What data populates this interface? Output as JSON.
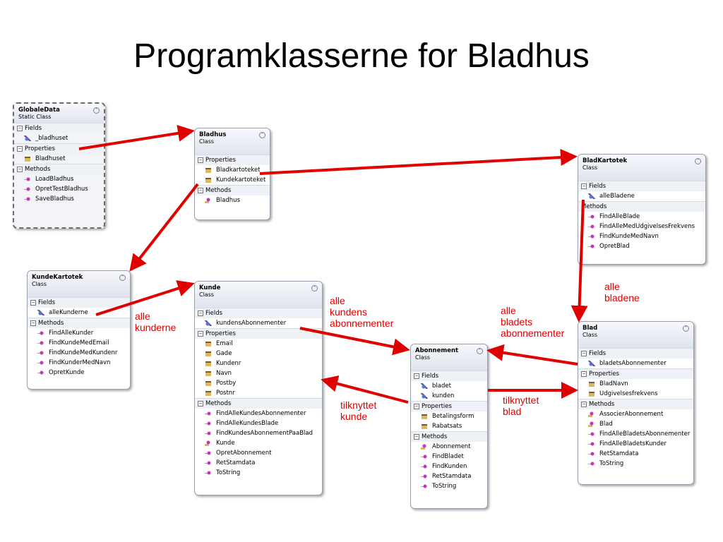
{
  "title": "Programklasserne for Bladhus",
  "labels": {
    "fields": "Fields",
    "properties": "Properties",
    "methods": "Methods"
  },
  "classes": {
    "globaledata": {
      "name": "GlobaleData",
      "kind": "Static Class",
      "fields": [
        "_bladhuset"
      ],
      "properties": [
        "Bladhuset"
      ],
      "methods": [
        "LoadBladhus",
        "OpretTestBladhus",
        "SaveBladhus"
      ]
    },
    "bladhus": {
      "name": "Bladhus",
      "kind": "Class",
      "properties": [
        "Bladkartoteket",
        "Kundekartoteket"
      ],
      "methods": [
        "Bladhus"
      ]
    },
    "bladkartotek": {
      "name": "BladKartotek",
      "kind": "Class",
      "fields": [
        "alleBladene"
      ],
      "methods": [
        "FindAlleBlade",
        "FindAlleMedUdgivelsesFrekvens",
        "FindKundeMedNavn",
        "OpretBlad"
      ]
    },
    "kundekartotek": {
      "name": "KundeKartotek",
      "kind": "Class",
      "fields": [
        "alleKunderne"
      ],
      "methods": [
        "FindAlleKunder",
        "FindKundeMedEmail",
        "FindKundeMedKundenr",
        "FindKunderMedNavn",
        "OpretKunde"
      ]
    },
    "kunde": {
      "name": "Kunde",
      "kind": "Class",
      "fields": [
        "kundensAbonnementer"
      ],
      "properties": [
        "Email",
        "Gade",
        "Kundenr",
        "Navn",
        "Postby",
        "Postnr"
      ],
      "methods": [
        "FindAlleKundesAbonnementer",
        "FindAlleKundesBlade",
        "FindKundesAbonnementPaaBlad",
        "Kunde",
        "OpretAbonnement",
        "RetStamdata",
        "ToString"
      ]
    },
    "abonnement": {
      "name": "Abonnement",
      "kind": "Class",
      "fields": [
        "bladet",
        "kunden"
      ],
      "properties": [
        "Betalingsform",
        "Rabatsats"
      ],
      "methods": [
        "Abonnement",
        "FindBladet",
        "FindKunden",
        "RetStamdata",
        "ToString"
      ]
    },
    "blad": {
      "name": "Blad",
      "kind": "Class",
      "fields": [
        "bladetsAbonnementer"
      ],
      "properties": [
        "BladNavn",
        "Udgivelsesfrekvens"
      ],
      "methods": [
        "AssocierAbonnement",
        "Blad",
        "FindAlleBladetsAbonnementer",
        "FindAlleBladetsKunder",
        "RetStamdata",
        "ToString"
      ]
    }
  },
  "annotations": {
    "alle_kunderne": "alle\nkunderne",
    "alle_kundens_abonnementer": "alle\nkundens\nabonnementer",
    "alle_bladene": "alle\nbladene",
    "alle_bladets_abonnementer": "alle\nbladets\nabonnementer",
    "tilknyttet_kunde": "tilknyttet\nkunde",
    "tilknyttet_blad": "tilknyttet\nblad"
  },
  "colors": {
    "arrow": "#e00000",
    "annotation": "#e00000"
  }
}
